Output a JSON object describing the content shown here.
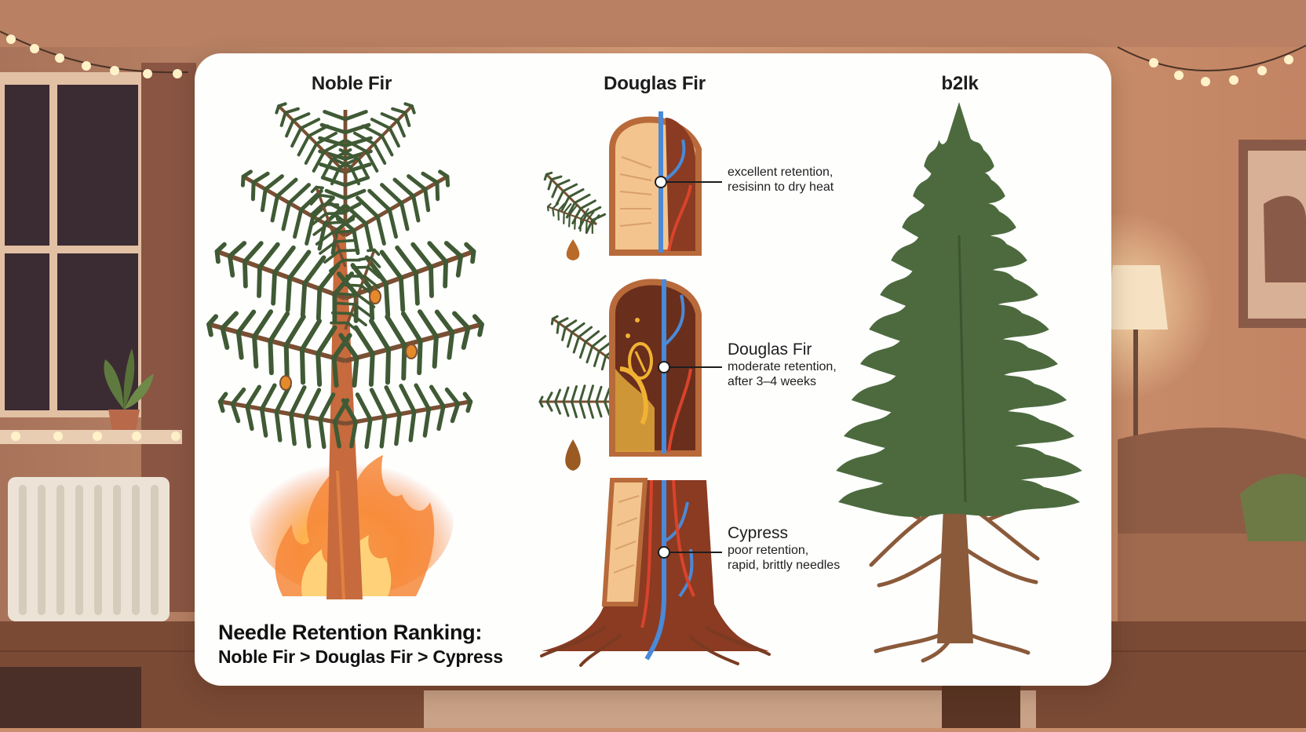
{
  "columns": {
    "left_title": "Noble Fir",
    "center_title": "Douglas Fir",
    "right_title": "b2lk"
  },
  "callouts": [
    {
      "head": "",
      "line1": "excellent retention,",
      "line2": "resisinn to dry heat"
    },
    {
      "head": "Douglas Fir",
      "line1": "moderate retention,",
      "line2": "after 3–4 weeks"
    },
    {
      "head": "Cypress",
      "line1": "poor retention,",
      "line2": "rapid, brittly needles"
    }
  ],
  "ranking": {
    "heading": "Needle Retention Ranking:",
    "order": "Noble Fir > Douglas Fir > Cypress"
  },
  "colors": {
    "room_wall": "#c98f6c",
    "card": "#fefefd",
    "needle_green": "#3f5a34",
    "fir_green": "#4c6a3e",
    "trunk_brown": "#8a5a3a",
    "sap_blue": "#4a8ad8",
    "sap_red": "#d9432b",
    "fire_orange": "#f6873a"
  }
}
